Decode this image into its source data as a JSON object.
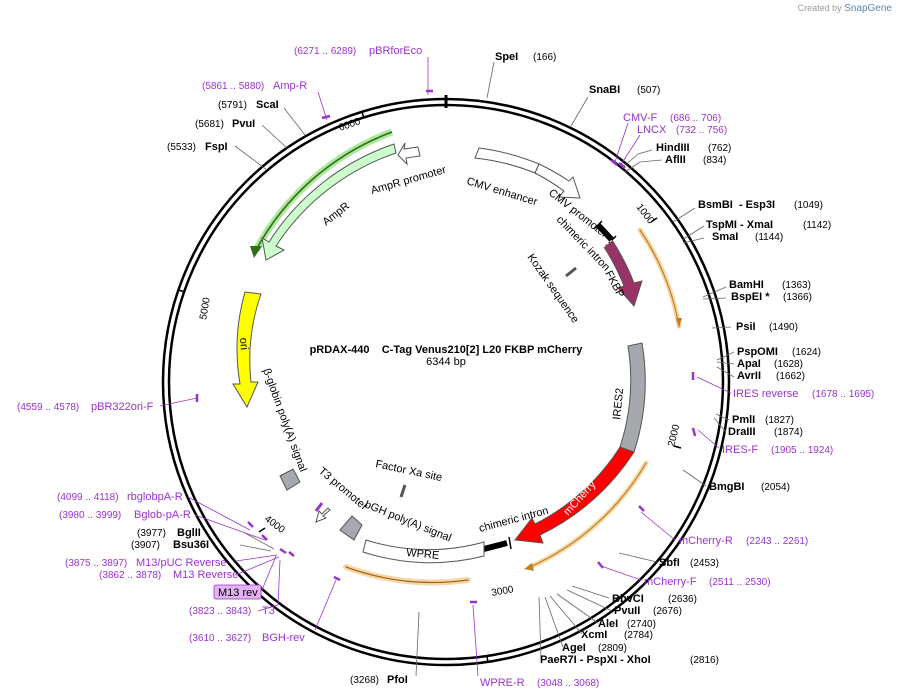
{
  "watermark": {
    "prefix": "Created by",
    "brand": "SnapGene"
  },
  "plasmid": {
    "name": "pRDAX-440    C-Tag Venus210[2] L20 FKBP mCherry",
    "length_label": "6344 bp",
    "length_bp": 6344
  },
  "ticks": [
    "1000",
    "2000",
    "3000",
    "4000",
    "5000",
    "6000"
  ],
  "sites": [
    {
      "name": "SpeI",
      "pos": "(166)"
    },
    {
      "name": "SnaBI",
      "pos": "(507)"
    },
    {
      "name": "HindIII",
      "pos": "(762)"
    },
    {
      "name": "AflII",
      "pos": "(834)"
    },
    {
      "name": "BsmBI  - Esp3I",
      "pos": "(1049)"
    },
    {
      "name": "TspMI - XmaI",
      "pos": "(1142)"
    },
    {
      "name": "SmaI",
      "pos": "(1144)"
    },
    {
      "name": "BamHI",
      "pos": "(1363)"
    },
    {
      "name": "BspEI *",
      "pos": "(1366)"
    },
    {
      "name": "PsiI",
      "pos": "(1490)"
    },
    {
      "name": "PspOMI",
      "pos": "(1624)"
    },
    {
      "name": "ApaI",
      "pos": "(1628)"
    },
    {
      "name": "AvrII",
      "pos": "(1662)"
    },
    {
      "name": "PmlI",
      "pos": "(1827)"
    },
    {
      "name": "DraIII",
      "pos": "(1874)"
    },
    {
      "name": "BmgBI",
      "pos": "(2054)"
    },
    {
      "name": "SbfI",
      "pos": "(2453)"
    },
    {
      "name": "BbvCI",
      "pos": "(2636)"
    },
    {
      "name": "PvuII",
      "pos": "(2676)"
    },
    {
      "name": "AleI",
      "pos": "(2740)"
    },
    {
      "name": "XcmI",
      "pos": "(2784)"
    },
    {
      "name": "AgeI",
      "pos": "(2809)"
    },
    {
      "name": "PaeR7I - PspXI - XhoI",
      "pos": "(2816)"
    },
    {
      "name": "PfoI",
      "pos": "(3268)"
    },
    {
      "name": "Bsu36I",
      "pos": "(3907)"
    },
    {
      "name": "BglII",
      "pos": "(3977)"
    },
    {
      "name": "FspI",
      "pos": "(5533)"
    },
    {
      "name": "PvuI",
      "pos": "(5681)"
    },
    {
      "name": "ScaI",
      "pos": "(5791)"
    }
  ],
  "primers": [
    {
      "name": "pBRforEco",
      "range": "(6271 .. 6289)"
    },
    {
      "name": "Amp-R",
      "range": "(5861 .. 5880)"
    },
    {
      "name": "CMV-F",
      "range": "(686 .. 706)"
    },
    {
      "name": "LNCX",
      "range": "(732 .. 756)"
    },
    {
      "name": "IRES reverse",
      "range": "(1678 .. 1695)"
    },
    {
      "name": "IRES-F",
      "range": "(1905 .. 1924)"
    },
    {
      "name": "mCherry-R",
      "range": "(2243 .. 2261)"
    },
    {
      "name": "mCherry-F",
      "range": "(2511 .. 2530)"
    },
    {
      "name": "WPRE-R",
      "range": "(3048 .. 3068)"
    },
    {
      "name": "BGH-rev",
      "range": "(3610 .. 3627)"
    },
    {
      "name": "T3",
      "range": "(3823 .. 3843)"
    },
    {
      "name": "M13 Reverse",
      "range": "(3862 .. 3878)"
    },
    {
      "name": "M13/pUC Reverse",
      "range": "(3875 .. 3897)"
    },
    {
      "name": "Bglob-pA-R",
      "range": "(3980 .. 3999)"
    },
    {
      "name": "rbglobpA-R",
      "range": "(4099 .. 4118)"
    },
    {
      "name": "pBR322ori-F",
      "range": "(4559 .. 4578)"
    }
  ],
  "badge": {
    "label": "M13 rev"
  },
  "features": [
    "CMV enhancer",
    "CMV promoter",
    "chimeric intron",
    "FKBP",
    "Kozak sequence",
    "IRES2",
    "mCherry",
    "chimeric intron",
    "WPRE",
    "bGH poly(A) signal",
    "Factor Xa site",
    "T3 promoter",
    "β-globin poly(A) signal",
    "ori",
    "AmpR",
    "AmpR promoter"
  ],
  "colors": {
    "AmpR": "#ccffcc",
    "ori": "#ffff00",
    "FKBP": "#993366",
    "IRES2": "#a5a9ae",
    "mCherry": "#ff0000",
    "primer": "#9933cc",
    "orf_highlight": "#f0b060"
  }
}
